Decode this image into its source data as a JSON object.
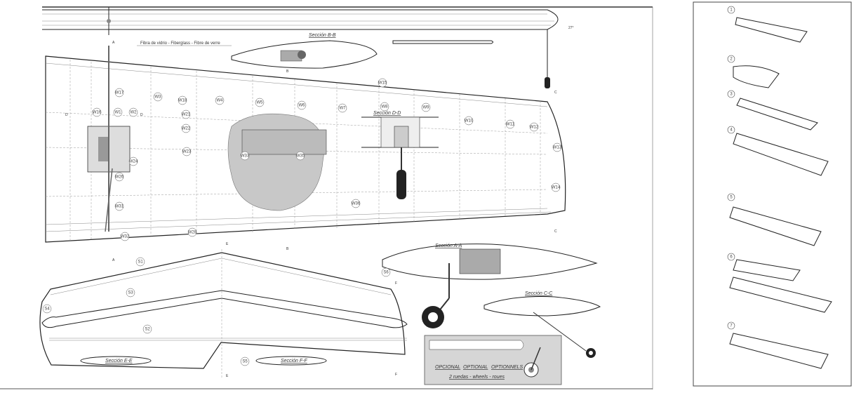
{
  "plan": {
    "fiberglass_note": "Fibra de vidrio - Fiberglass - Fibre de verre",
    "sections": {
      "bb": "Sección B-B",
      "dd": "Sección D-D",
      "aa": "Sección A-A",
      "cc": "Sección C-C",
      "ee": "Sección E-E",
      "ff": "Sección F-F"
    },
    "wing_parts": [
      "W17",
      "W16",
      "W1",
      "W2",
      "W3",
      "W4",
      "W5",
      "W6",
      "W7",
      "W8",
      "W9",
      "W10",
      "W11",
      "W12",
      "W13",
      "W14",
      "W15",
      "W18",
      "W21",
      "W22",
      "W23",
      "W24",
      "W26",
      "W31",
      "W32",
      "W33",
      "W35",
      "W36",
      "W28"
    ],
    "stab_parts": [
      "S1",
      "S2",
      "S3",
      "S4",
      "S5",
      "S6"
    ],
    "section_marks": [
      "A",
      "A",
      "B",
      "B",
      "C",
      "C",
      "D",
      "D",
      "E",
      "E",
      "F",
      "F"
    ],
    "angle": "27°",
    "optional": {
      "es": "OPCIONAL",
      "en": "OPTIONAL",
      "fr": "OPTIONNELS",
      "wheels": "2 ruedas - wheels - roues"
    }
  },
  "steps": [
    "1",
    "2",
    "3",
    "4",
    "5",
    "6",
    "7"
  ]
}
